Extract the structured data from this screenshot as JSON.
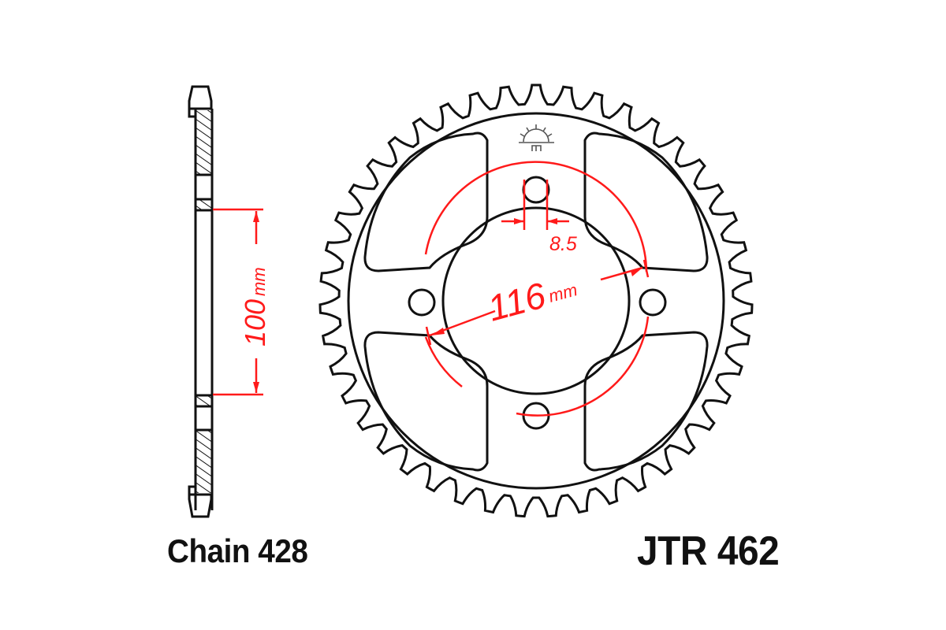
{
  "title": "Rear sprocket technical drawing",
  "labels": {
    "chain": "Chain 428",
    "part_number": "JTR 462"
  },
  "dimensions": {
    "side_height_value": "100",
    "side_height_unit": "mm",
    "pcd_value": "116",
    "pcd_unit": "mm",
    "bolt_hole_value": "8.5"
  },
  "sprocket": {
    "teeth": 43,
    "bolt_holes": 4,
    "lightening_windows": 4
  },
  "colors": {
    "line": "#111111",
    "dimension": "#ff1a1a",
    "hatch": "#111111",
    "background": "#ffffff"
  },
  "logo": {
    "icon": "rising-sun-logo-icon"
  }
}
